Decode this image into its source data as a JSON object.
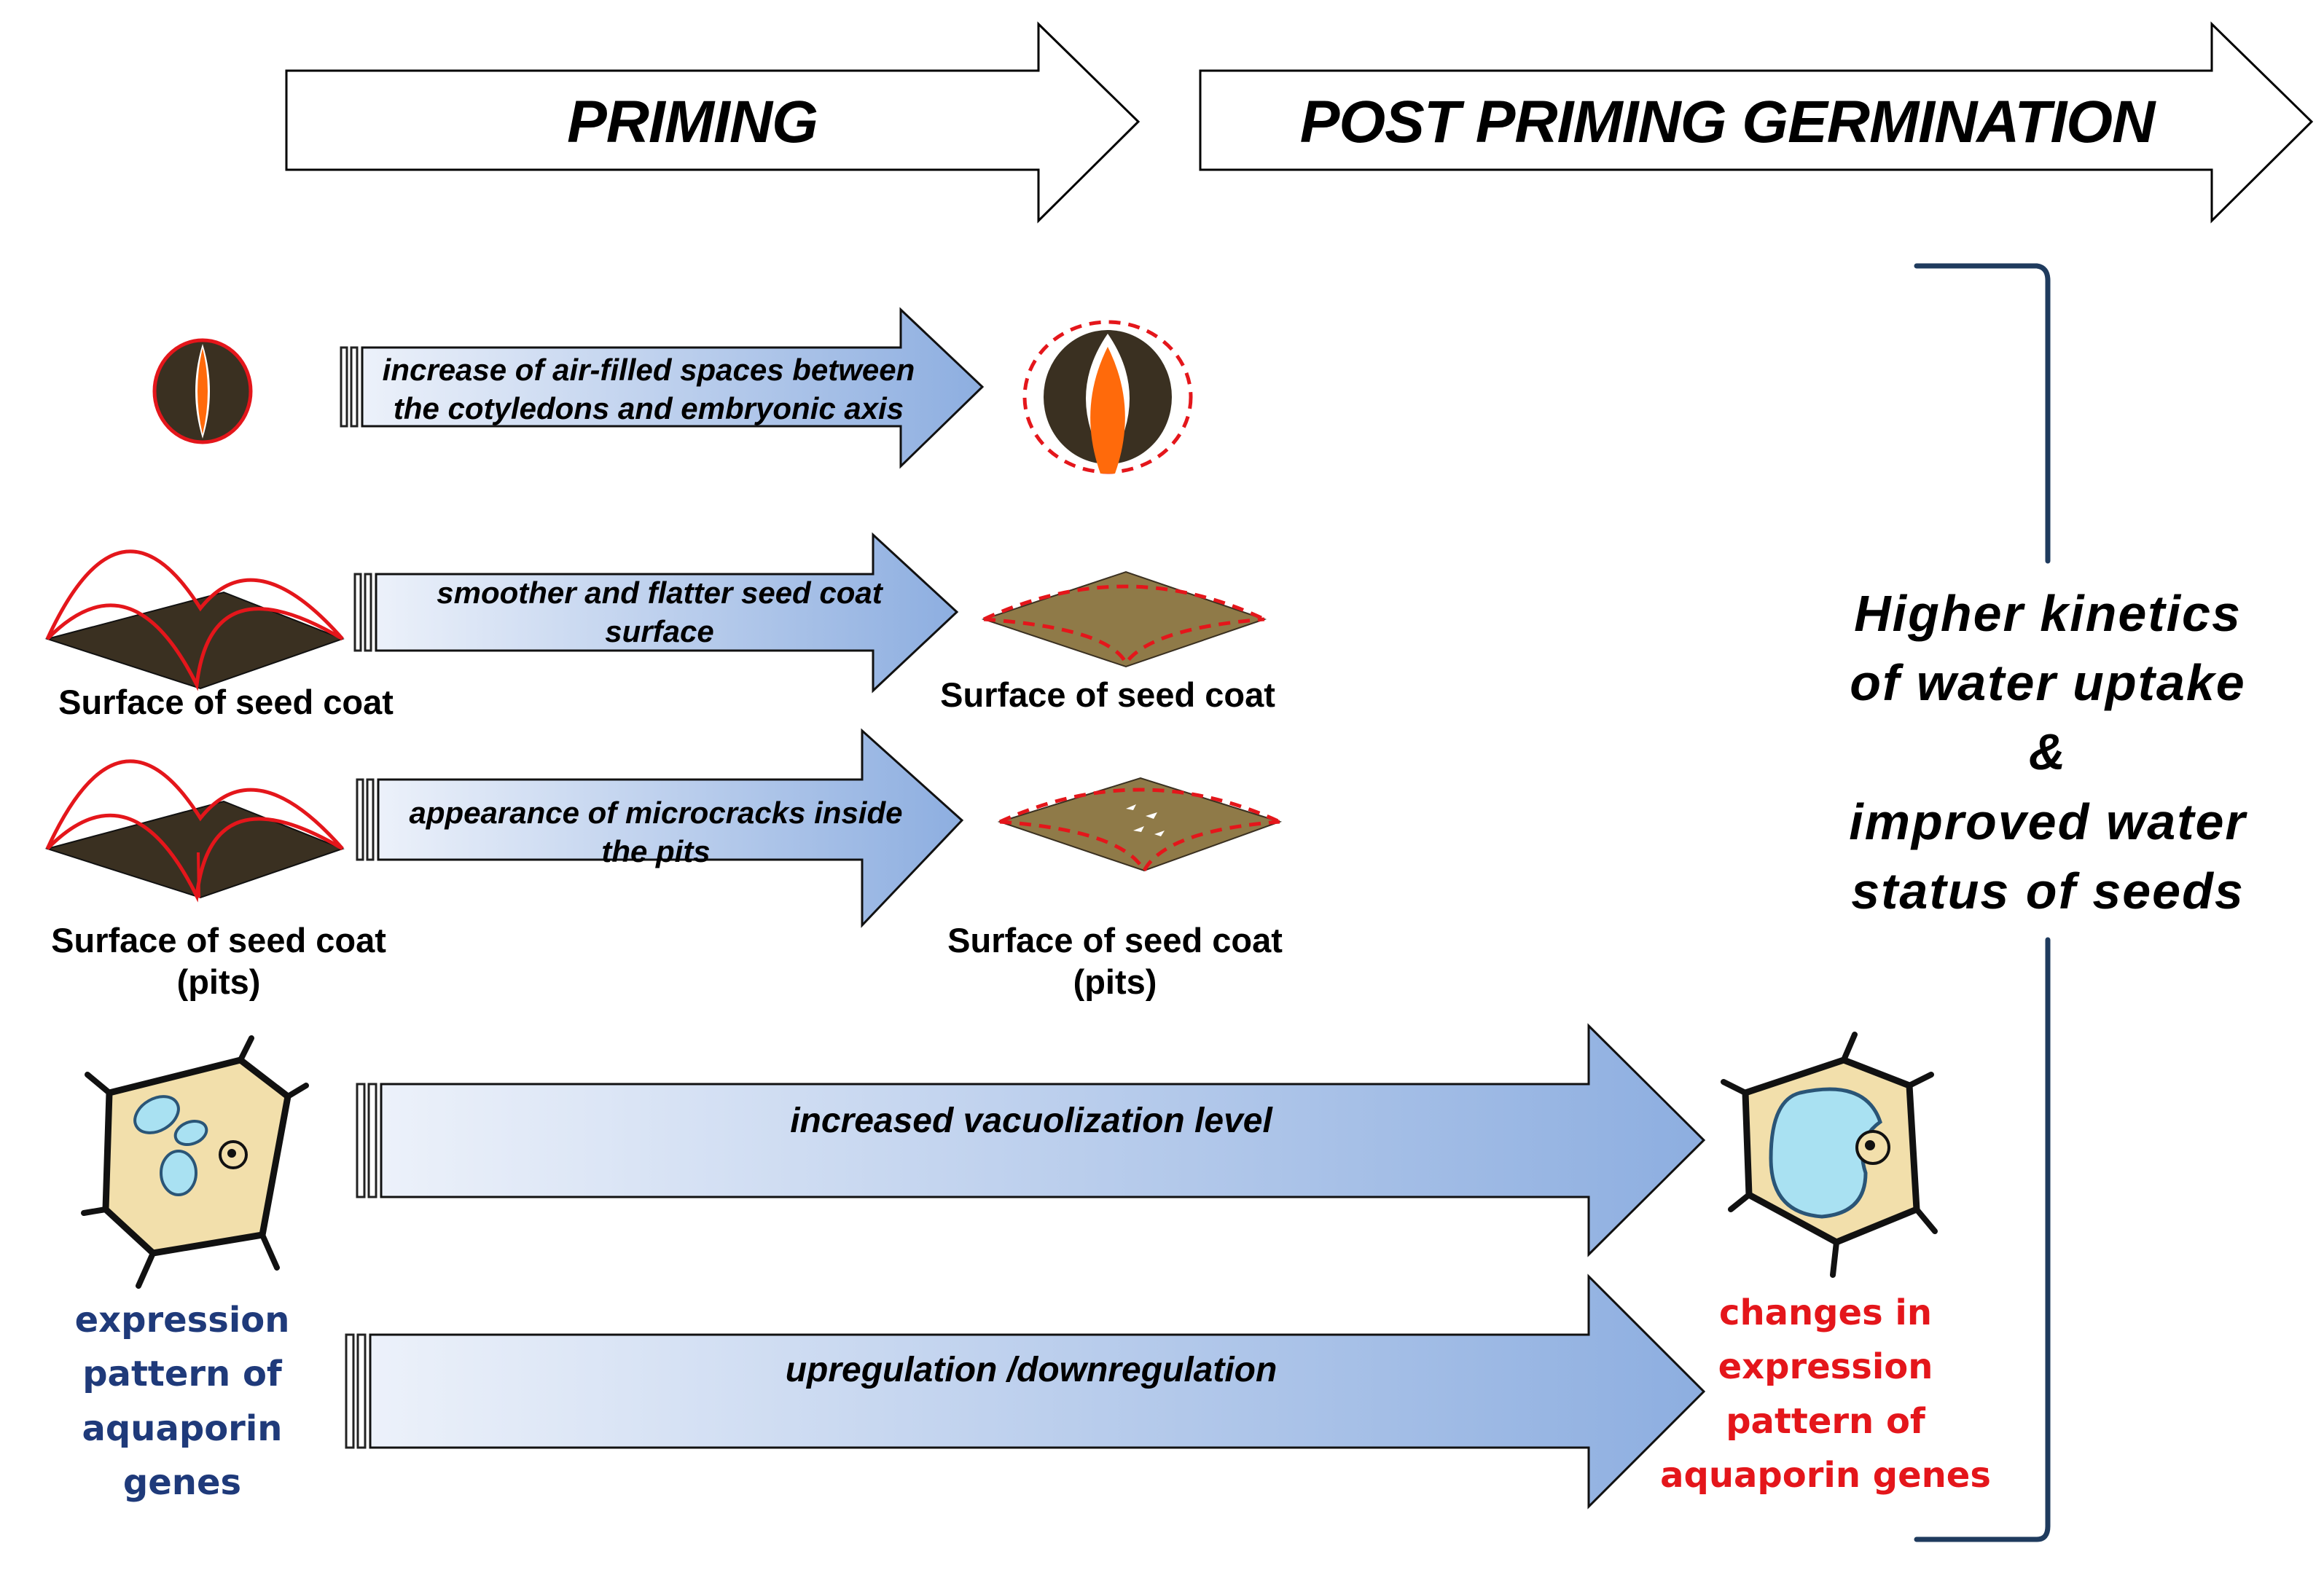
{
  "headers": {
    "priming": "PRIMING",
    "post_priming": "POST PRIMING GERMINATION"
  },
  "rows": [
    {
      "arrow_text": "increase of air-filled spaces between the cotyledons and embryonic axis"
    },
    {
      "left_caption": "Surface of seed coat",
      "arrow_text": "smoother and flatter seed coat surface",
      "right_caption": "Surface of seed coat"
    },
    {
      "left_caption": "Surface of seed coat (pits)",
      "arrow_text": "appearance of microcracks inside the  pits",
      "right_caption": "Surface of seed coat (pits)"
    },
    {
      "arrow_text": "increased vacuolization level"
    },
    {
      "left_caption": "expression pattern of aquaporin genes",
      "arrow_text": "upregulation /downregulation",
      "right_caption": "changes in expression pattern of aquaporin genes"
    }
  ],
  "conclusion": {
    "line1": "Higher kinetics",
    "line2": "of water uptake",
    "line3": "&",
    "line4": "improved water",
    "line5": "status of seeds"
  },
  "colors": {
    "arrow_gradient_start": "#ecf1fa",
    "arrow_gradient_end": "#8daee0",
    "seed_coat_dark": "#3a3021",
    "seed_coat_primed": "#8f7a48",
    "profile_line": "#e4161b",
    "embryo_orange": "#ff6a0b",
    "cell_cytoplasm": "#f2dfab",
    "vacuole": "#a9e1f2",
    "bracket": "#1f3b5e",
    "gene_label_blue": "#1f3a7a",
    "gene_label_red": "#e4161b"
  }
}
